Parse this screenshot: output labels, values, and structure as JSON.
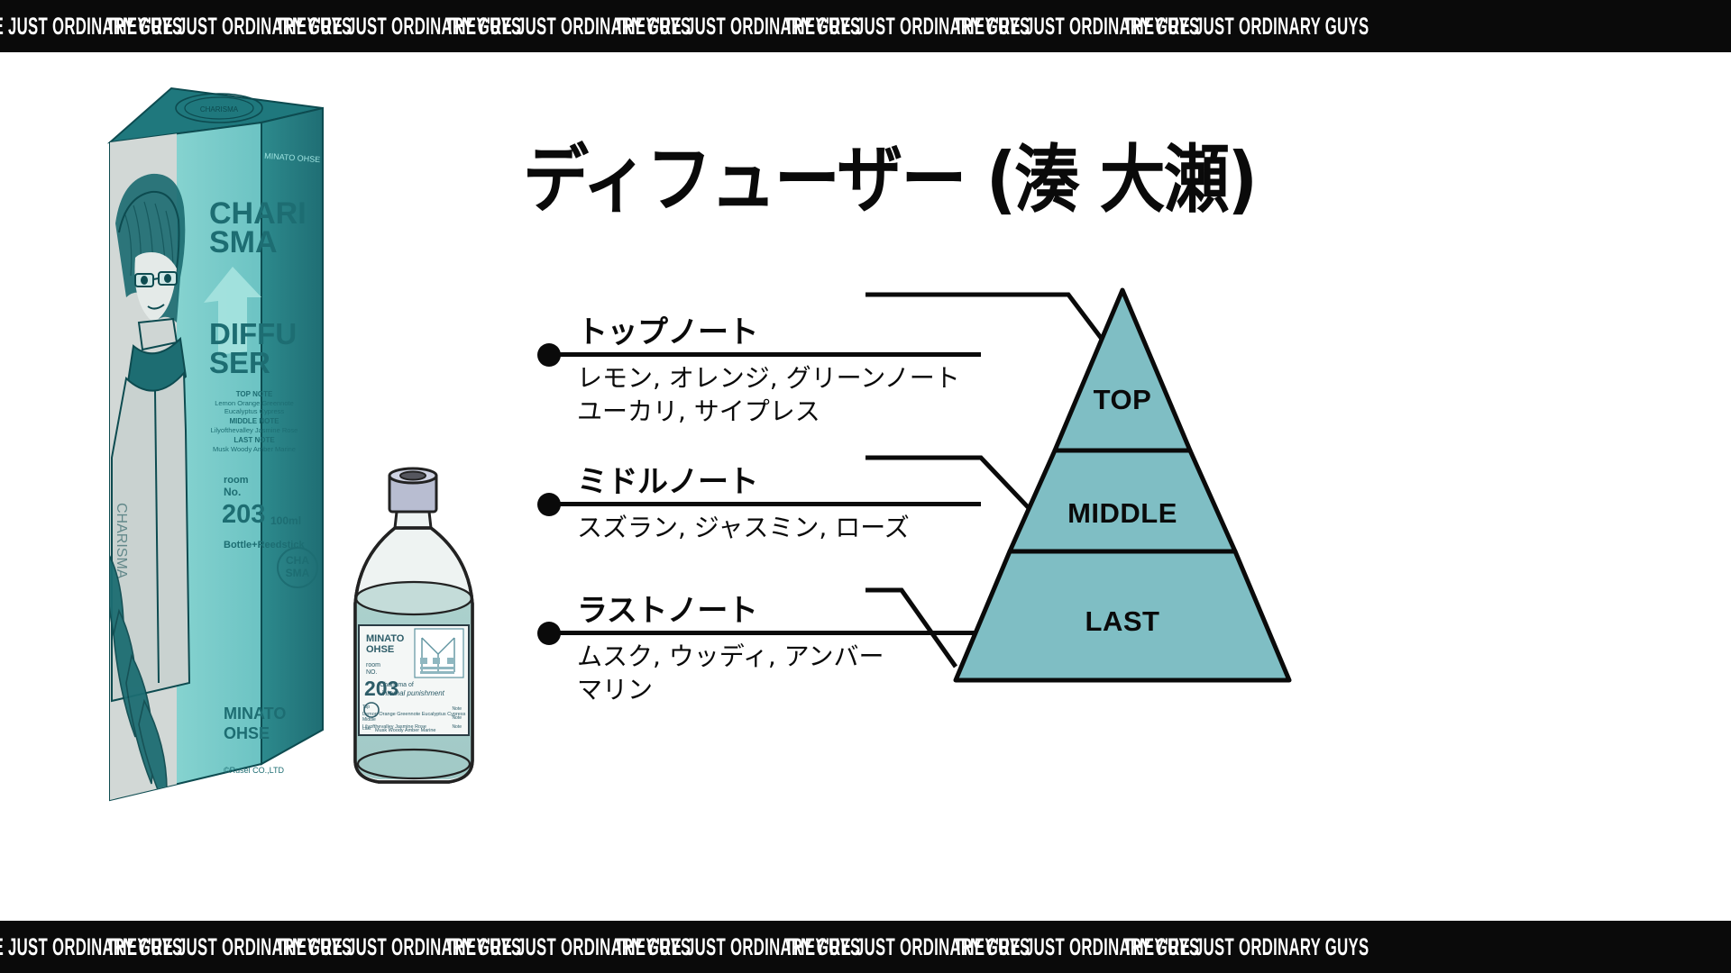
{
  "banner": {
    "text": "THEY'RE JUST ORDINARY GUYS",
    "repeat_count": 8,
    "bg_color": "#0a0a0a",
    "text_color": "#ffffff"
  },
  "title": "ディフューザー (湊 大瀬)",
  "accent_color": "#7FBEC4",
  "box_color": "#7FCBCB",
  "ink_color": "#0a0a0a",
  "package": {
    "brand_line1": "CHARI",
    "brand_line2": "SMA",
    "product_line1": "DIFFU",
    "product_line2": "SER",
    "top_note_label": "TOP NOTE",
    "top_note_items": "Lemon Orange Greennote",
    "top_note_items2": "Eucalyptus Cypress",
    "middle_note_label": "MIDDLE NOTE",
    "middle_note_items": "Lilyofthevalley Jasmine Rose",
    "last_note_label": "LAST NOTE",
    "last_note_items": "Musk Woody Amber Marine",
    "room_label": "room",
    "no_label": "No.",
    "number": "203",
    "volume": "100ml",
    "contents": "Bottle+Reedstick",
    "brand_bottom1": "MINATO",
    "brand_bottom2": "OHSE",
    "copyright": "©Rusel CO.,LTD",
    "seal1": "CHA",
    "seal2": "SMA"
  },
  "bottle": {
    "name1": "MINATO",
    "name2": "OHSE",
    "room_label": "room",
    "no_label": "NO.",
    "number": "203",
    "caption1": "Charisma of",
    "caption2": "internal punishment",
    "row_top_label": "Top",
    "row_top_val": "Lemon  Orange  Greennote  Eucalyptus  Cypress",
    "row_mid_label": "Middle",
    "row_mid_val": "Lilyofthevalley          Jasmine          Rose",
    "row_last_label": "Last",
    "row_last_val": "Musk          Woody          Amber          Marine",
    "side_note1": "Note",
    "side_note2": "Note",
    "side_note3": "Note"
  },
  "notes": [
    {
      "id": "top",
      "heading": "トップノート",
      "items": "レモン, オレンジ, グリーンノート\nユーカリ, サイプレス"
    },
    {
      "id": "middle",
      "heading": "ミドルノート",
      "items": "スズラン, ジャスミン, ローズ"
    },
    {
      "id": "last",
      "heading": "ラストノート",
      "items": "ムスク, ウッディ, アンバー\nマリン"
    }
  ],
  "pyramid": {
    "tiers": [
      {
        "id": "top",
        "label": "TOP"
      },
      {
        "id": "middle",
        "label": "MIDDLE"
      },
      {
        "id": "last",
        "label": "LAST"
      }
    ],
    "fill_color": "#7FBEC4",
    "stroke_color": "#0a0a0a"
  },
  "chart_data": {
    "type": "pyramid",
    "title": "ディフューザー (湊 大瀬)",
    "tiers": [
      {
        "name": "TOP",
        "jp_name": "トップノート",
        "ingredients": [
          "レモン",
          "オレンジ",
          "グリーンノート",
          "ユーカリ",
          "サイプレス"
        ]
      },
      {
        "name": "MIDDLE",
        "jp_name": "ミドルノート",
        "ingredients": [
          "スズラン",
          "ジャスミン",
          "ローズ"
        ]
      },
      {
        "name": "LAST",
        "jp_name": "ラストノート",
        "ingredients": [
          "ムスク",
          "ウッディ",
          "アンバー",
          "マリン"
        ]
      }
    ]
  }
}
